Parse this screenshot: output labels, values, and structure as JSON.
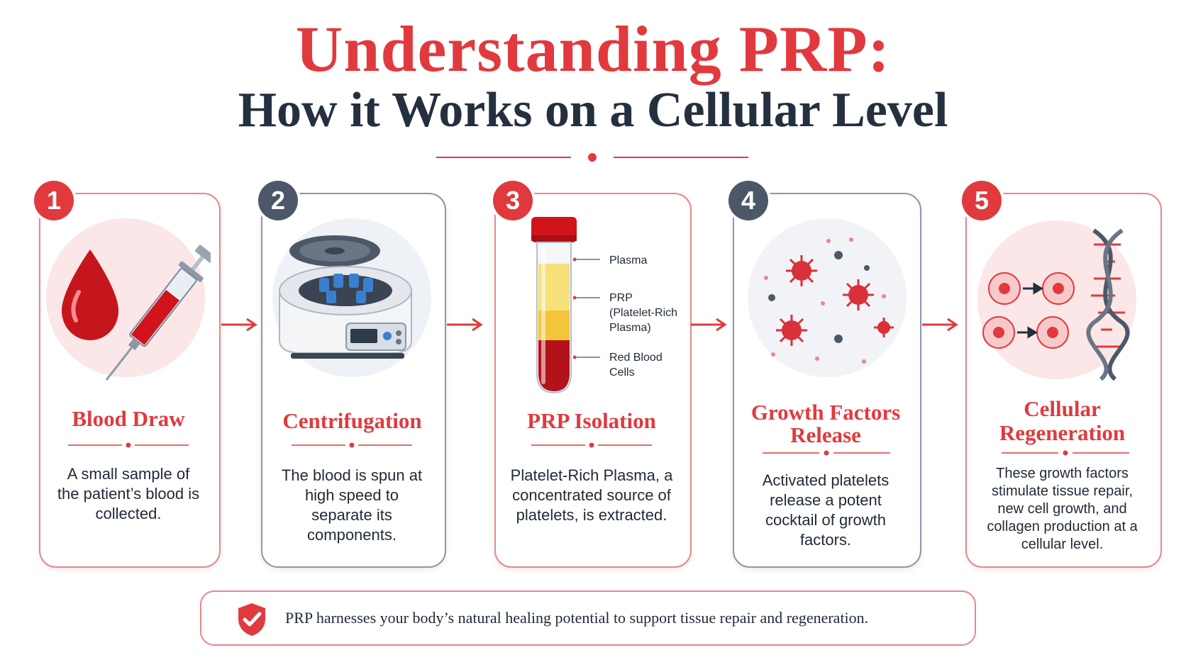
{
  "title": {
    "main": "Understanding PRP:",
    "sub": "How it Works on a Cellular Level"
  },
  "steps": [
    {
      "number": "1",
      "title": "Blood Draw",
      "description": "A small sample of the patient’s blood is collected.",
      "icon": "blood-drop-syringe-icon"
    },
    {
      "number": "2",
      "title": "Centrifugation",
      "description": "The blood is spun at high speed to separate its components.",
      "icon": "centrifuge-icon"
    },
    {
      "number": "3",
      "title": "PRP Isolation",
      "description": "Platelet-Rich Plasma, a concentrated source of platelets, is extracted.",
      "icon": "test-tube-icon",
      "tube_labels": {
        "plasma": "Plasma",
        "prp": "PRP",
        "prp_full": "(Platelet-Rich Plasma)",
        "rbc": "Red Blood Cells"
      }
    },
    {
      "number": "4",
      "title": "Growth Factors Release",
      "description": "Activated platelets release a potent cocktail of growth factors.",
      "icon": "platelets-icon"
    },
    {
      "number": "5",
      "title": "Cellular Regeneration",
      "description": "These growth factors stimulate tissue repair, new cell growth, and collagen production at a cellular level.",
      "icon": "cells-dna-icon"
    }
  ],
  "footer": {
    "text": "PRP harnesses your body’s natural healing potential to support tissue repair and regeneration.",
    "icon": "shield-check-icon"
  },
  "colors": {
    "accent": "#e03a3e",
    "dark": "#24303f",
    "gray_badge": "#4c5868"
  }
}
